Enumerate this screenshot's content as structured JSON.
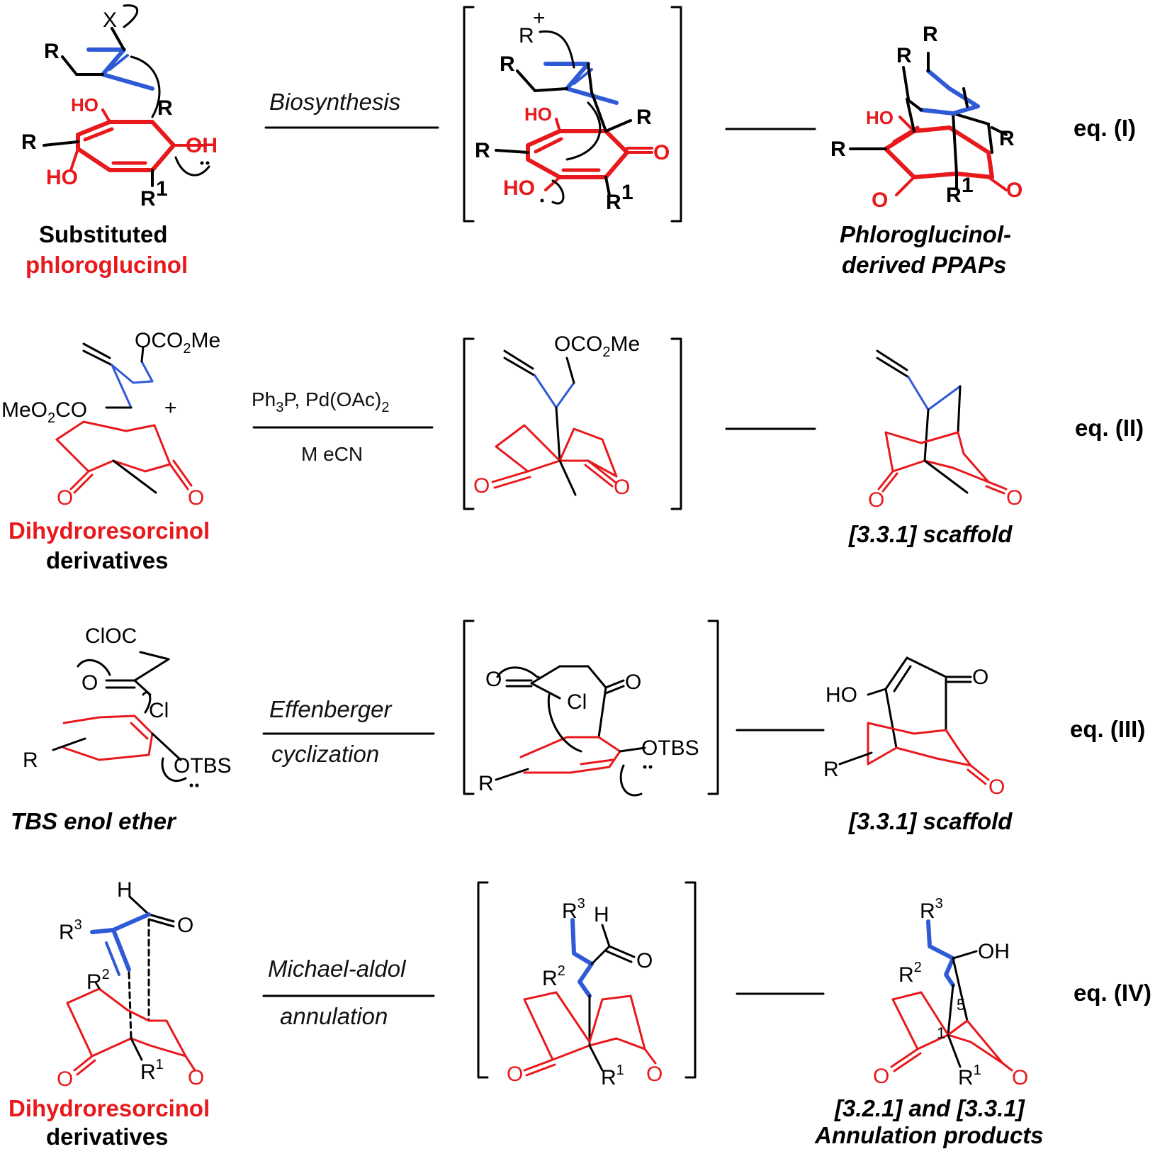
{
  "colors": {
    "red": "#e8191c",
    "blue": "#2f5ad6",
    "black": "#000000"
  },
  "eq1": {
    "tag": "eq. (I)",
    "condition": "Biosynthesis",
    "sm_label_line1": "Substituted",
    "sm_label_line2": "phloroglucinol",
    "product_label_line1": "Phloroglucinol-",
    "product_label_line2": "derived PPAPs",
    "atoms": {
      "X": "X",
      "R": "R",
      "HO": "HO",
      "OH": "OH",
      "O": "O",
      "R1": "R",
      "sup1": "1",
      "Rplus": "R",
      "plus": "+"
    }
  },
  "eq2": {
    "tag": "eq. (II)",
    "condition_line1": "Ph",
    "condition_sub1": "3",
    "condition_line1b": "P, Pd(OAc)",
    "condition_sub2": "2",
    "condition_line2": "M eCN",
    "sm_label_line1": "Dihydroresorcinol",
    "sm_label_line2": "derivatives",
    "product_label": "[3.3.1] scaffold",
    "reagent1_a": "OCO",
    "reagent1_sub": "2",
    "reagent1_b": "Me",
    "reagent2_a": "MeO",
    "reagent2_sub": "2",
    "reagent2_b": "CO",
    "plus": "+",
    "O": "O"
  },
  "eq3": {
    "tag": "eq. (III)",
    "condition_line1": "Effenberger",
    "condition_line2": "cyclization",
    "sm_label": "TBS enol ether",
    "product_label": "[3.3.1] scaffold",
    "atoms": {
      "ClOC": "ClOC",
      "O": "O",
      "Cl": "Cl",
      "R": "R",
      "OTBS": "OTBS",
      "HO": "HO"
    }
  },
  "eq4": {
    "tag": "eq. (IV)",
    "condition_line1": "Michael-aldol",
    "condition_line2": "annulation",
    "sm_label_line1": "Dihydroresorcinol",
    "sm_label_line2": "derivatives",
    "product_label_line1": "[3.2.1] and [3.3.1]",
    "product_label_line2": "Annulation products",
    "atoms": {
      "H": "H",
      "O": "O",
      "R": "R",
      "sup1": "1",
      "sup2": "2",
      "sup3": "3",
      "OH": "OH",
      "num1": "1",
      "num5": "5"
    }
  }
}
